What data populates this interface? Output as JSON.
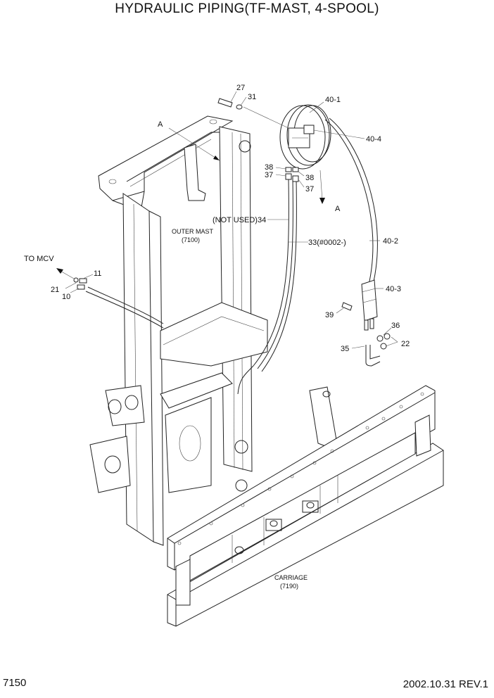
{
  "title": "HYDRAULIC PIPING(TF-MAST, 4-SPOOL)",
  "page_number": "7150",
  "revision": "2002.10.31 REV.1",
  "labels": {
    "section_a_top": "A",
    "section_a_bottom": "A",
    "to_mcv": "TO  MCV",
    "outer_mast": "OUTER MAST",
    "outer_mast_ref": "(7100)",
    "carriage": "CARRIAGE",
    "carriage_ref": "(7190)",
    "not_used_34": "(NOT USED)34",
    "hose_33": "33(#0002-)"
  },
  "parts": {
    "p27": "27",
    "p31": "31",
    "p40_1": "40-1",
    "p40_4": "40-4",
    "p40_2": "40-2",
    "p40_3": "40-3",
    "p38a": "38",
    "p37a": "37",
    "p38b": "38",
    "p37b": "37",
    "p11": "11",
    "p21": "21",
    "p10": "10",
    "p36": "36",
    "p22": "22",
    "p35": "35",
    "p39": "39"
  }
}
